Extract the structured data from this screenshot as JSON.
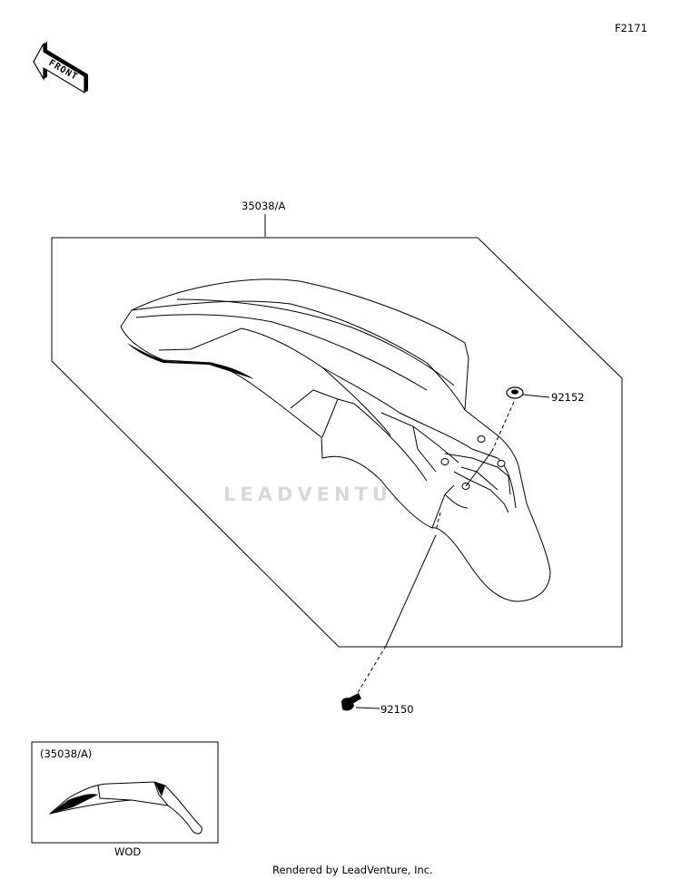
{
  "diagram_code": "F2171",
  "front_arrow_label": "FRONT",
  "parts": {
    "fender_assembly": "35038/A",
    "washer": "92152",
    "bolt": "92150"
  },
  "inset": {
    "label": "(35038/A)",
    "caption": "WOD"
  },
  "watermark": "LEADVENTURE",
  "footer": "Rendered by LeadVenture, Inc."
}
